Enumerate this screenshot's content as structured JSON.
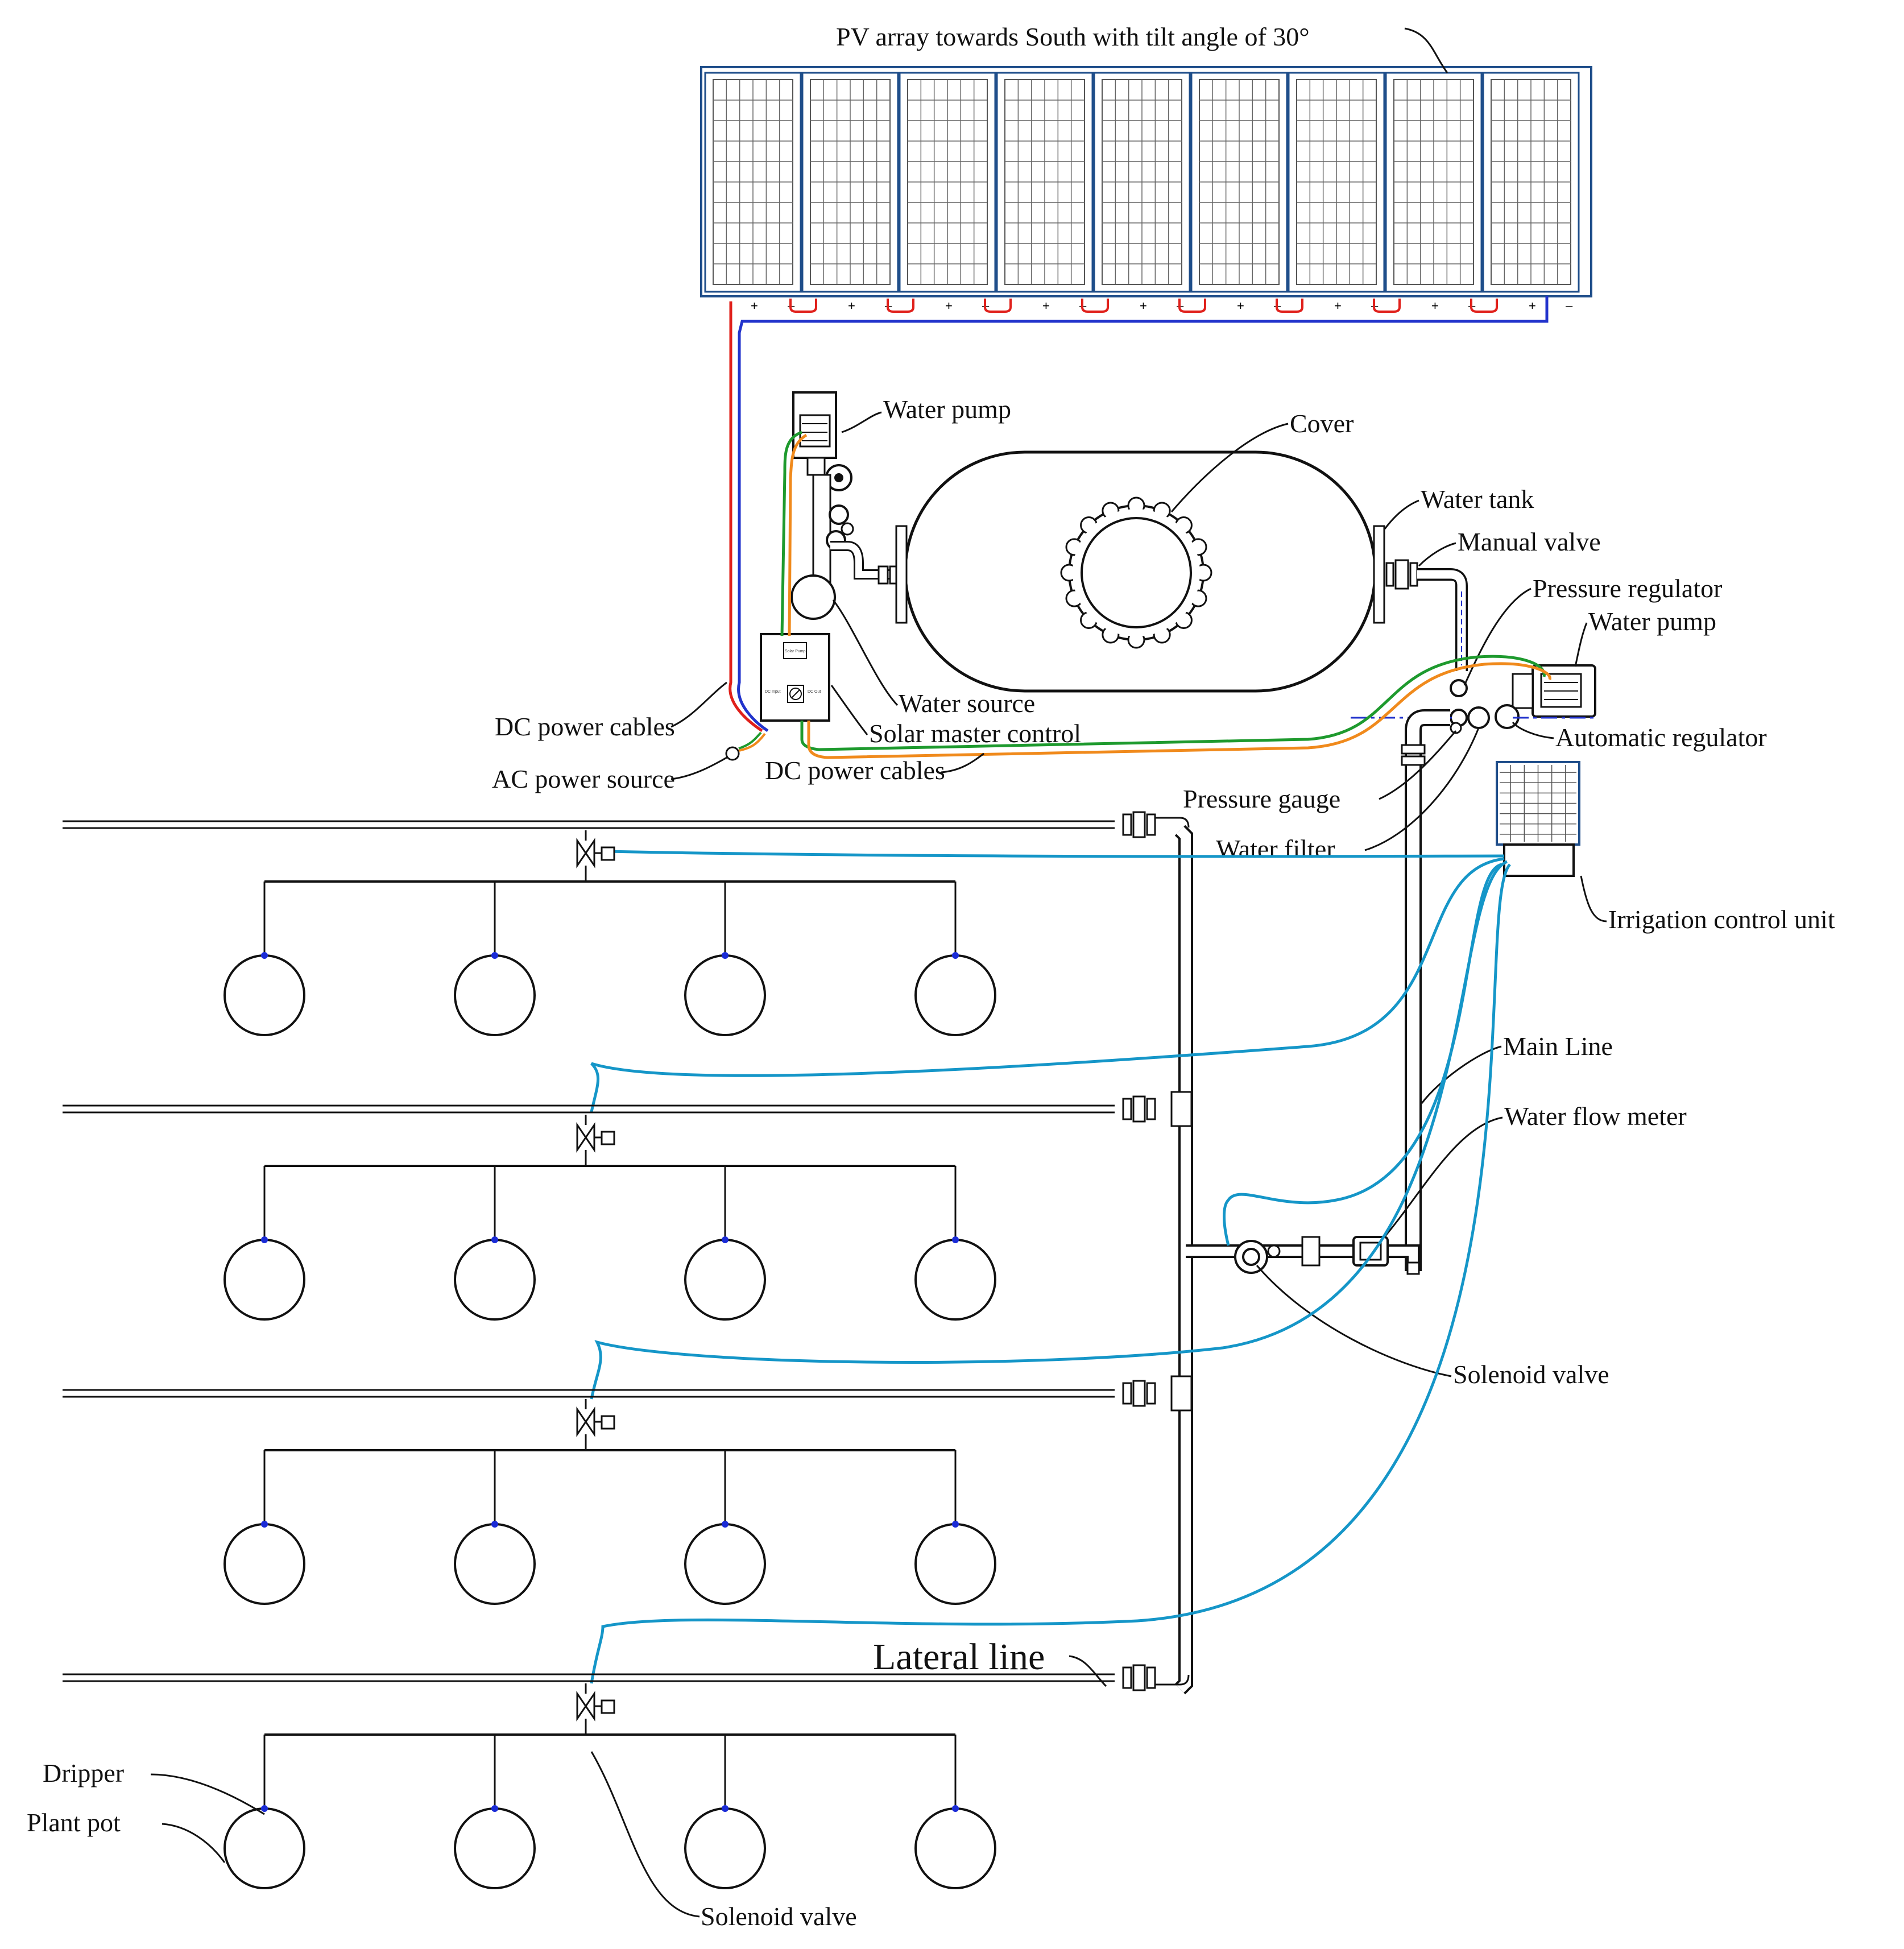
{
  "labels": {
    "pv_array": "PV array towards South with tilt angle of 30°",
    "water_pump_top": "Water pump",
    "cover": "Cover",
    "water_tank": "Water tank",
    "manual_valve": "Manual valve",
    "pressure_regulator": "Pressure regulator",
    "water_pump_right": "Water pump",
    "automatic_regulator": "Automatic regulator",
    "water_source": "Water source",
    "solar_master_control": "Solar master control",
    "dc_power_cables_left": "DC power cables",
    "ac_power_source": "AC power source",
    "dc_power_cables_mid": "DC power cables",
    "pressure_gauge": "Pressure gauge",
    "water_filter": "Water filter",
    "irrigation_control_unit": "Irrigation control unit",
    "main_line": "Main Line",
    "water_flow_meter": "Water flow meter",
    "solenoid_valve_mid": "Solenoid valve",
    "lateral_line": "Lateral line",
    "dripper": "Dripper",
    "plant_pot": "Plant pot",
    "solenoid_valve_bottom": "Solenoid valve",
    "controller_top_text": "Solar Pump",
    "controller_left_text": "DC Input",
    "controller_right_text": "DC Out"
  },
  "panel_terminals": {
    "plus": "+",
    "minus": "–"
  },
  "colors": {
    "positive_cable": "#e0201b",
    "negative_cable": "#2233cc",
    "green_cable": "#1e9a2e",
    "orange_cable": "#f08a1c",
    "signal_cable": "#1596c8",
    "panel_frame": "#1f4e8a",
    "dripper": "#1a2bd6"
  }
}
